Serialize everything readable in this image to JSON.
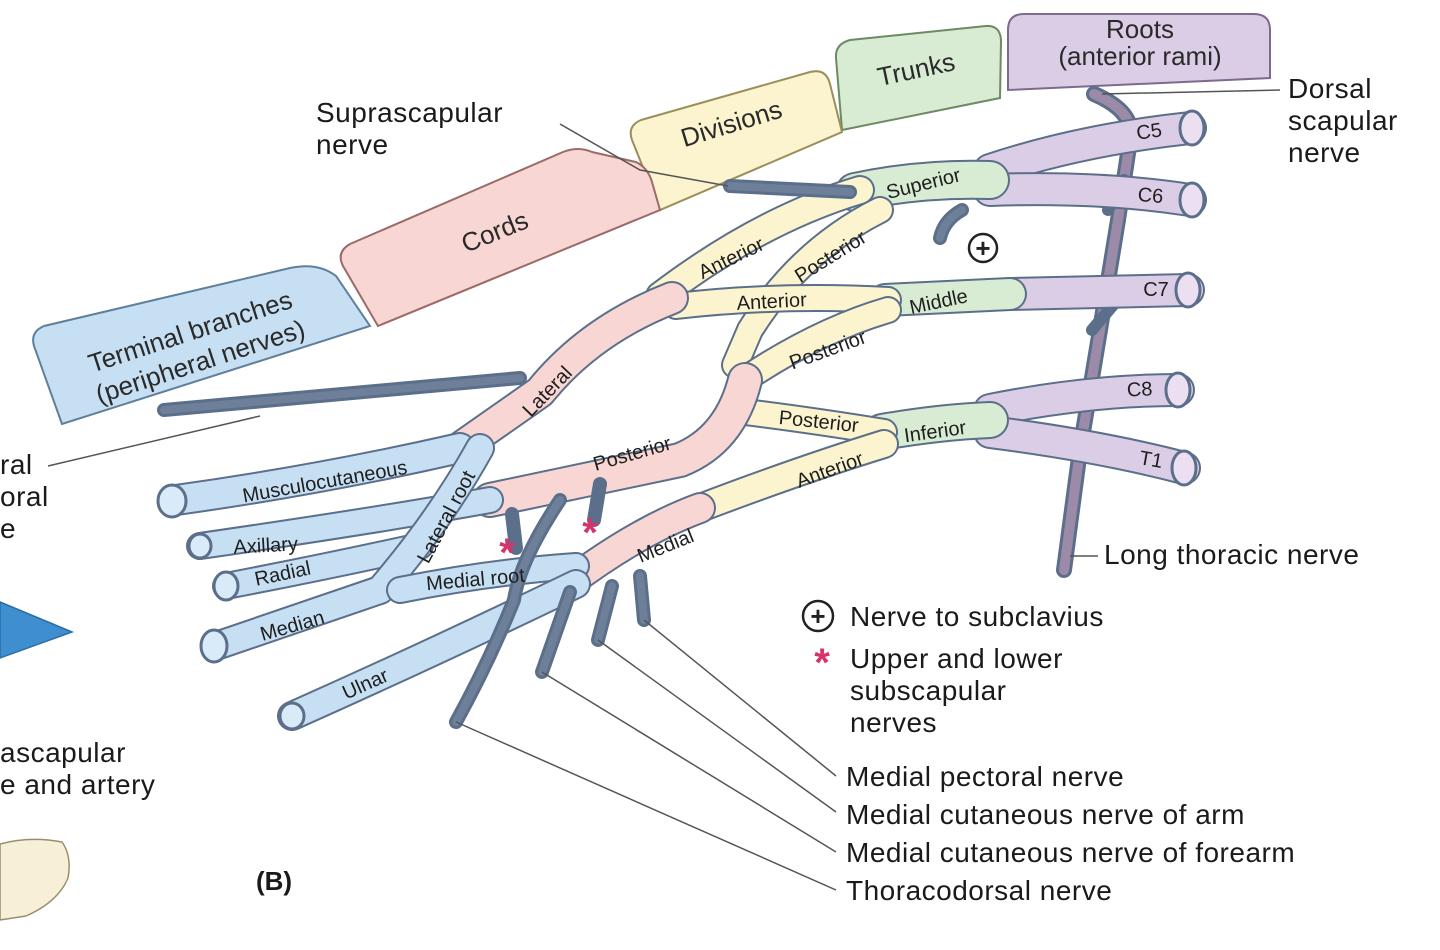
{
  "headers": {
    "roots": [
      "Roots",
      "(anterior rami)"
    ],
    "trunks": "Trunks",
    "divisions": "Divisions",
    "cords": "Cords",
    "terminal": [
      "Terminal branches",
      "(peripheral nerves)"
    ]
  },
  "roots": {
    "c5": "C5",
    "c6": "C6",
    "c7": "C7",
    "c8": "C8",
    "t1": "T1"
  },
  "trunks": {
    "superior": "Superior",
    "middle": "Middle",
    "inferior": "Inferior"
  },
  "divisions": {
    "superior_anterior": "Anterior",
    "superior_posterior": "Posterior",
    "middle_anterior": "Anterior",
    "middle_posterior": "Posterior",
    "inferior_posterior": "Posterior",
    "inferior_anterior": "Anterior"
  },
  "cords": {
    "lateral": "Lateral",
    "posterior": "Posterior",
    "medial": "Medial"
  },
  "roots_of_median": {
    "lateral": "Lateral root",
    "medial": "Medial root"
  },
  "terminal": {
    "musculocutaneous": "Musculocutaneous",
    "axillary": "Axillary",
    "radial": "Radial",
    "median": "Median",
    "ulnar": "Ulnar"
  },
  "callouts": {
    "suprascapular": [
      "Suprascapular",
      "nerve"
    ],
    "dorsal_scapular": [
      "Dorsal",
      "scapular",
      "nerve"
    ],
    "long_thoracic": "Long thoracic nerve",
    "medial_pectoral": "Medial pectoral nerve",
    "medial_cut_arm": "Medial cutaneous nerve of arm",
    "medial_cut_forearm": "Medial cutaneous nerve of forearm",
    "thoracodorsal": "Thoracodorsal nerve",
    "lateral_pectoral_cut": [
      "ral",
      "oral",
      "e"
    ],
    "suprascapular_artery_cut": [
      "ascapular",
      "e and artery"
    ]
  },
  "legend": {
    "subclavius_symbol": "+",
    "subclavius": "Nerve to subclavius",
    "subscapular_symbol": "*",
    "subscapular": [
      "Upper and lower",
      "subscapular",
      "nerves"
    ]
  },
  "panel_label": "(B)",
  "colors": {
    "roots": "#dccde6",
    "trunks": "#d7ecd2",
    "divisions": "#fbf4cf",
    "cords": "#f8d6d3",
    "terminal": "#c6dff3",
    "nerve_outline": "#5b6f8a",
    "branch": "#6e7f99",
    "root_spine": "#9b8aa8",
    "star": "#d6336c"
  }
}
